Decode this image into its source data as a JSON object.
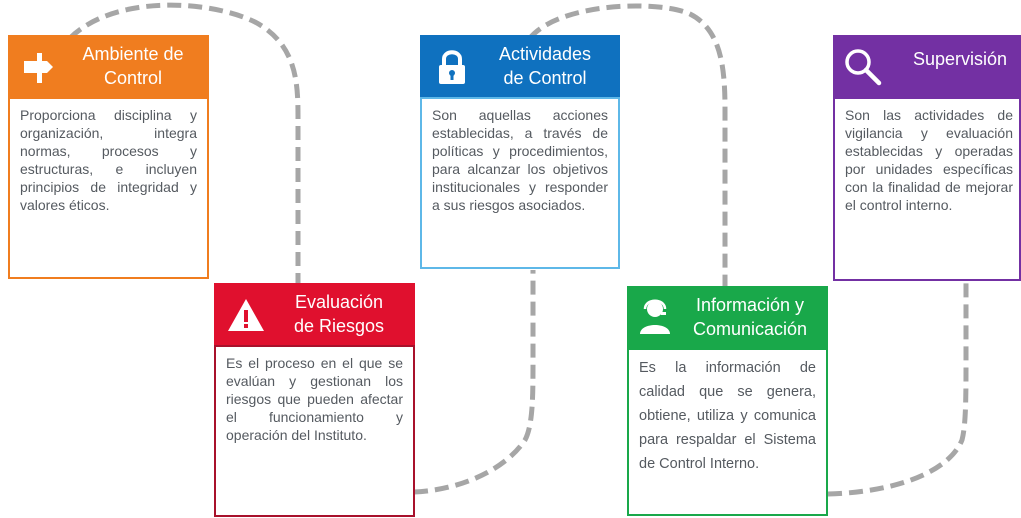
{
  "colors": {
    "orange": "#F07D1F",
    "red": "#E0102E",
    "blue": "#0F71BF",
    "green": "#19A84A",
    "purple": "#7330A3",
    "connector": "#A6A6A6",
    "body_text": "#555A60"
  },
  "cards": [
    {
      "id": "ambiente",
      "icon": "signpost-icon",
      "title": "Ambiente de\nControl",
      "body": "Proporciona disciplina y organización, integra normas, procesos y estructuras, e incluyen principios de integridad y valores éticos."
    },
    {
      "id": "evaluacion",
      "icon": "warning-icon",
      "title": "Evaluación\nde Riesgos",
      "body": "Es el proceso en el que se evalúan y gestionan los riesgos que pueden afectar el funcionamiento y operación del Instituto."
    },
    {
      "id": "actividades",
      "icon": "lock-icon",
      "title": "Actividades\nde Control",
      "body": "Son aquellas acciones establecidas, a través de políticas y procedimientos, para alcanzar los objetivos institucionales y responder a sus riesgos asociados."
    },
    {
      "id": "informacion",
      "icon": "support-agent-icon",
      "title": "Información y\nComunicación",
      "body": "Es la información de calidad que se genera, obtiene, utiliza y comunica para respaldar el Sistema de Control Interno."
    },
    {
      "id": "supervision",
      "icon": "magnifier-icon",
      "title": "Supervisión",
      "body": "Son las actividades de vigilancia y evaluación establecidas y operadas por unidades específicas con la finalidad de mejorar el control interno."
    }
  ]
}
